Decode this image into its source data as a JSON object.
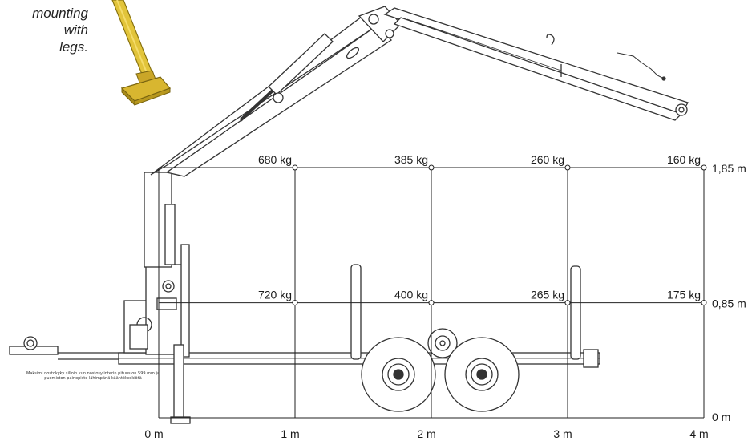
{
  "caption_lines": [
    "mounting",
    "with",
    "legs."
  ],
  "note": "Maksimi nostokyky silloin kun nostosylinterin pituus on 599 mm ja puomiston painopiste lähimpänä kääntökeskiötä",
  "chart_data": {
    "type": "table",
    "x_axis": {
      "labels": [
        "0 m",
        "1 m",
        "2 m",
        "3 m",
        "4 m"
      ],
      "values": [
        0,
        1,
        2,
        3,
        4
      ]
    },
    "y_axis": {
      "labels": [
        "0 m",
        "0,85 m",
        "1,85 m"
      ],
      "values": [
        0,
        0.85,
        1.85
      ]
    },
    "series": [
      {
        "height": 1.85,
        "loads": [
          "680 kg",
          "385 kg",
          "260 kg",
          "160 kg"
        ]
      },
      {
        "height": 0.85,
        "loads": [
          "720 kg",
          "400 kg",
          "265 kg",
          "175 kg"
        ]
      }
    ],
    "grid": true
  }
}
